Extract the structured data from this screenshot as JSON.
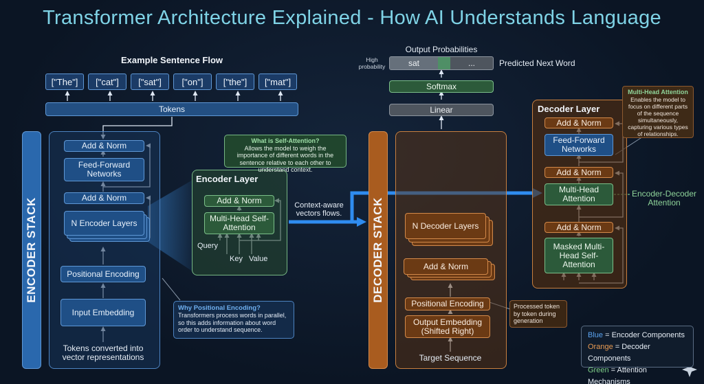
{
  "title": "Transformer Architecture Explained - How AI Understands Language",
  "sentence_flow": {
    "heading": "Example Sentence Flow",
    "tokens": [
      "[\"The\"]",
      "[\"cat\"]",
      "[\"sat\"]",
      "[\"on\"]",
      "[\"the\"]",
      "[\"mat\"]"
    ],
    "tokens_label": "Tokens"
  },
  "encoder": {
    "stack_label": "ENCODER STACK",
    "add_norm_top": "Add & Norm",
    "feed_forward": "Feed-Forward Networks",
    "add_norm_mid": "Add & Norm",
    "layers": "N Encoder Layers",
    "positional": "Positional Encoding",
    "embedding": "Input Embedding",
    "input_caption": "Tokens converted into vector representations"
  },
  "encoder_layer": {
    "heading": "Encoder Layer",
    "add_norm": "Add & Norm",
    "self_attention": "Multi-Head Self-Attention",
    "query": "Query",
    "key": "Key",
    "value": "Value"
  },
  "self_attention_note": {
    "title": "What is Self-Attention?",
    "body": "Allows the model to weigh the importance of different words in the sentence relative to each other to understand context."
  },
  "positional_note": {
    "title": "Why Positional Encoding?",
    "body": "Transformers process words in parallel, so this adds information about word order to understand sequence."
  },
  "context_label": "Context-aware vectors flows.",
  "output": {
    "heading": "Output Probabilities",
    "high_probability": "High probability",
    "top_word": "sat",
    "ellipsis": "...",
    "predicted_label": "Predicted Next Word",
    "softmax": "Softmax",
    "linear": "Linear"
  },
  "decoder": {
    "stack_label": "DECODER STACK",
    "layers": "N Decoder Layers",
    "add_norm": "Add & Norm",
    "positional": "Positional Encoding",
    "embedding": "Output Embedding (Shifted Right)",
    "target": "Target Sequence"
  },
  "decoder_note": "Processed token by token during generation",
  "decoder_layer": {
    "heading": "Decoder Layer",
    "add_norm_1": "Add & Norm",
    "feed_forward": "Feed-Forward Networks",
    "add_norm_2": "Add & Norm",
    "cross_attention": "Multi-Head Attention",
    "add_norm_3": "Add & Norm",
    "masked_attention": "Masked Multi-Head Self-Attention"
  },
  "enc_dec_label": "Encoder-Decoder Attention",
  "mha_note": {
    "title": "Multi-Head Attention",
    "body": "Enables the model to focus on different parts of the sequence simultaneously, capturing various types of relationships."
  },
  "legend": [
    {
      "key": "Blue",
      "text": " = Encoder Components",
      "color": "#5aa3f0"
    },
    {
      "key": "Orange",
      "text": " = Decoder Components",
      "color": "#e89a52"
    },
    {
      "key": "Green",
      "text": " = Attention Mechanisms",
      "color": "#7fd08a"
    }
  ],
  "colors": {
    "encoder": "#5f98d6",
    "decoder": "#d48a4a",
    "attention": "#7cc08a",
    "title": "#7fd3e6"
  }
}
